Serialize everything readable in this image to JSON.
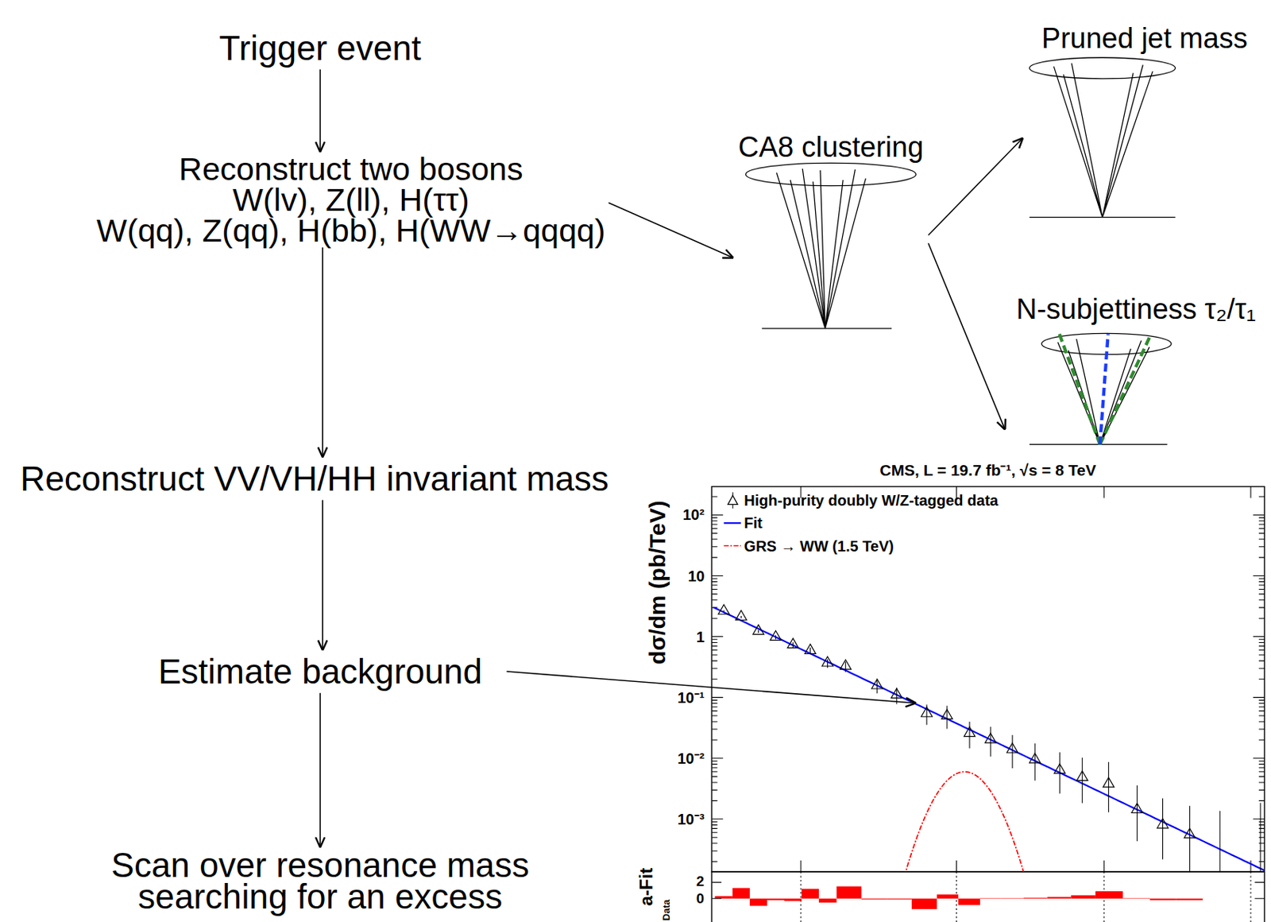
{
  "diagram": {
    "nodes": [
      {
        "text": [
          "Trigger event"
        ]
      },
      {
        "text": [
          "Reconstruct two bosons",
          "W(lv), Z(ll), H(ττ)",
          "W(qq), Z(qq), H(bb), H(WW→qqqq)"
        ]
      },
      {
        "text": [
          "Reconstruct VV/VH/HH invariant mass"
        ]
      },
      {
        "text": [
          "Estimate background"
        ]
      },
      {
        "text": [
          "Scan over resonance mass searching for an excess"
        ]
      },
      {
        "text": [
          "CA8 clustering"
        ]
      },
      {
        "text": [
          "Pruned jet mass"
        ]
      },
      {
        "text": [
          "N-subjettiness τ₂/τ₁"
        ]
      }
    ],
    "edges": [
      {
        "from": 0,
        "to": 1,
        "arrow": "to"
      },
      {
        "from": 1,
        "to": 2,
        "arrow": "to"
      },
      {
        "from": 2,
        "to": 3,
        "arrow": "to"
      },
      {
        "from": 3,
        "to": 4,
        "arrow": "to"
      },
      {
        "from": 1,
        "to": 5,
        "arrow": "to"
      },
      {
        "from": 5,
        "to": 6,
        "arrow": "to"
      },
      {
        "from": 5,
        "to": 7,
        "arrow": "to"
      }
    ],
    "labels": [
      "CMS, L = 19.7 fb⁻¹, √s = 8 TeV",
      "dσ/dm (pb/TeV)",
      "10²",
      "10",
      "1",
      "10⁻¹",
      "10⁻²",
      "10⁻³",
      "a-Fit",
      "Data",
      "2",
      "0"
    ],
    "legend": [
      {
        "text": "High-purity doubly W/Z-tagged data"
      },
      {
        "text": "Fit"
      },
      {
        "text": "GRS → WW (1.5 TeV)"
      }
    ]
  }
}
